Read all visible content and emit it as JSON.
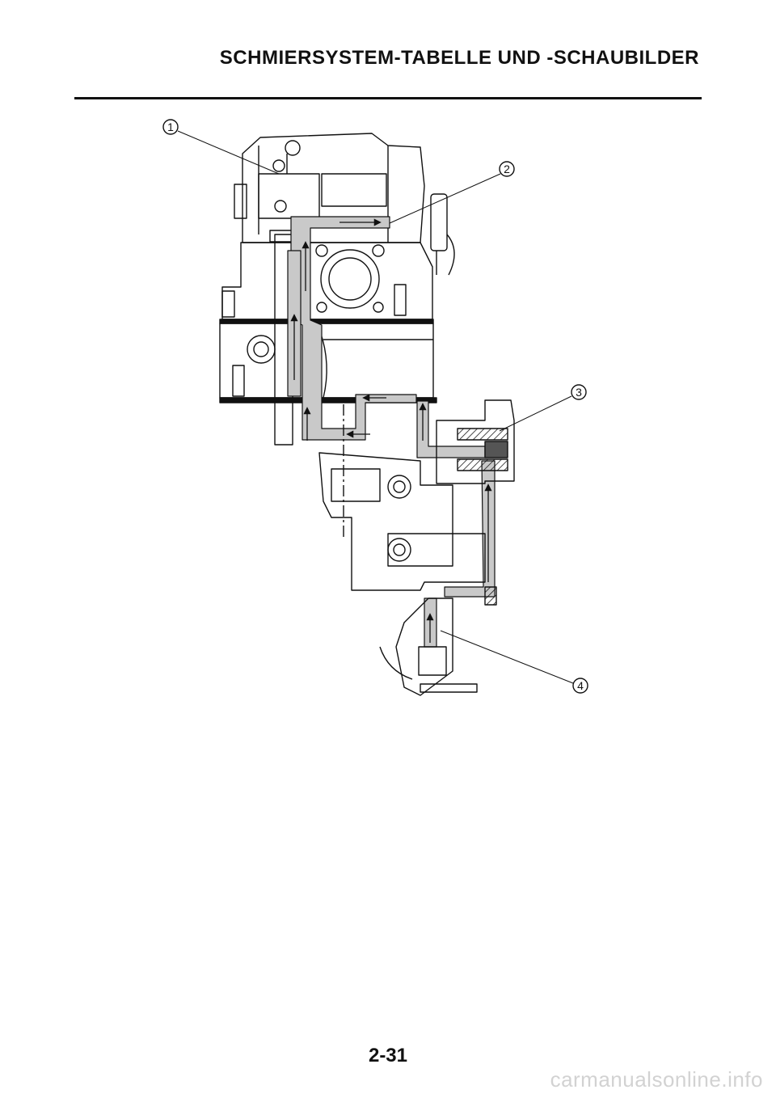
{
  "header": {
    "title": "SCHMIERSYSTEM-TABELLE UND -SCHAUBILDER"
  },
  "diagram": {
    "callouts": [
      {
        "number": "1"
      },
      {
        "number": "2"
      },
      {
        "number": "3"
      },
      {
        "number": "4"
      }
    ]
  },
  "footer": {
    "page_number": "2-31",
    "watermark": "carmanualsonline.info"
  },
  "colors": {
    "line": "#111111",
    "oil_channel": "#c9c9c9",
    "background": "#ffffff"
  }
}
